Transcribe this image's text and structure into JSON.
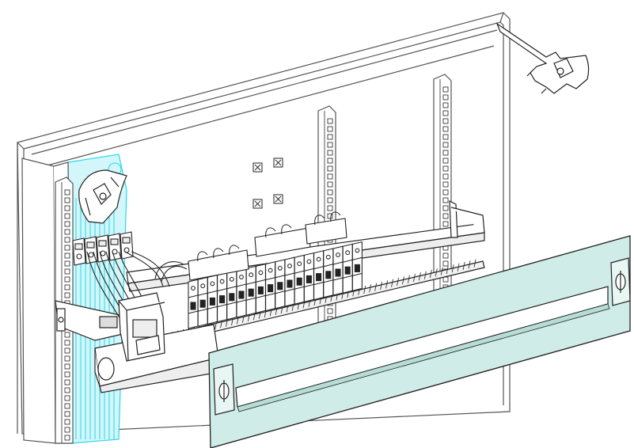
{
  "diagram": {
    "colors": {
      "line": "#222222",
      "panel_line": "#555555",
      "highlight": "#28d8ea",
      "highlight_fill": "#d2f6fa",
      "cover_fill": "#cfece8",
      "cover_shade": "#b6dcd6",
      "rail": "#9a9a9a",
      "background": "#ffffff"
    },
    "breaker_count": 18,
    "terminal_block_count": 5,
    "mounting_upright_count": 3,
    "mounting_square_count": 4
  }
}
